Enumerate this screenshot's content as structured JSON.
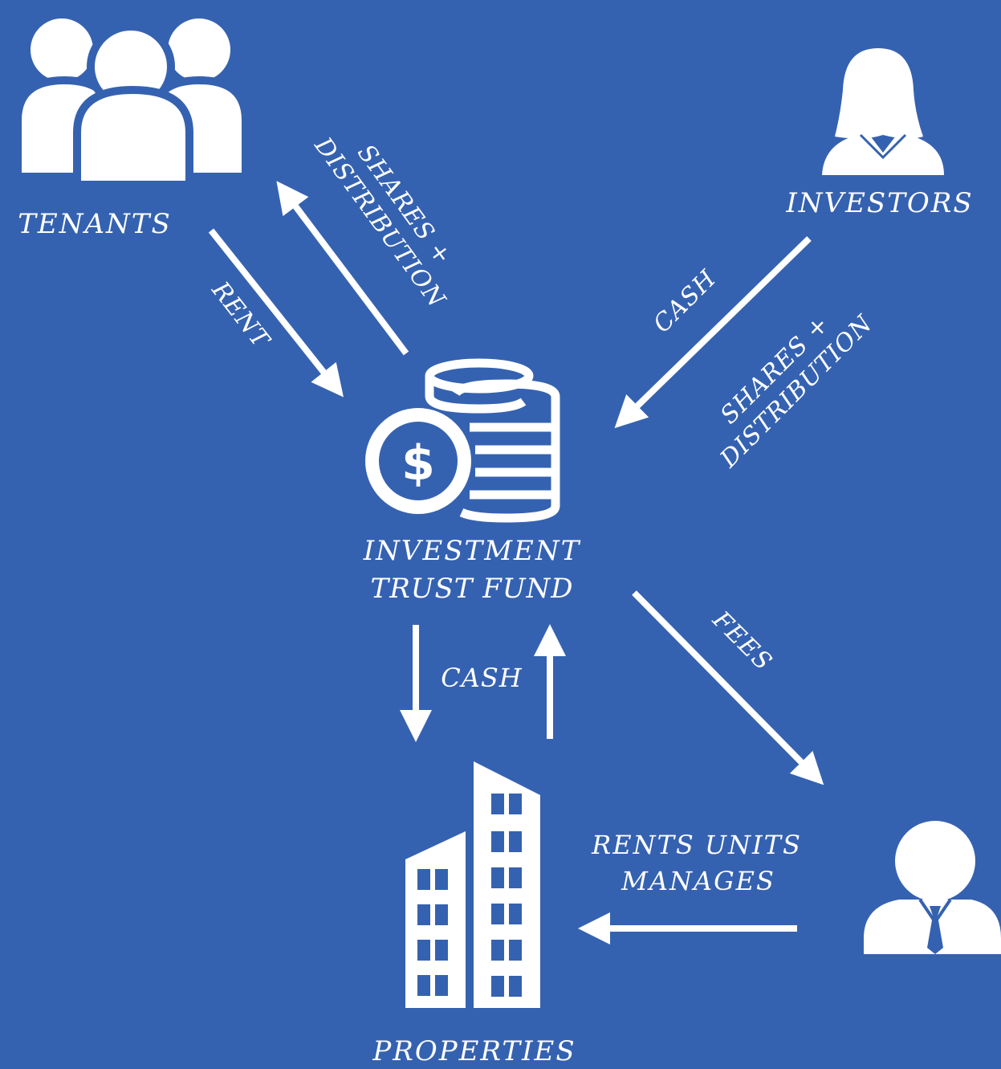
{
  "colors": {
    "background": "#3562b0",
    "foreground": "#ffffff"
  },
  "nodes": {
    "tenants": {
      "label": "TENANTS",
      "icon": "people-group-icon"
    },
    "investors": {
      "label": "INVESTORS",
      "icon": "female-user-icon"
    },
    "fund": {
      "label_line1": "INVESTMENT",
      "label_line2": "TRUST FUND",
      "icon": "coins-dollar-icon"
    },
    "properties": {
      "label": "PROPERTIES",
      "icon": "office-building-icon"
    },
    "manager": {
      "icon": "businessman-icon"
    }
  },
  "edges": {
    "rent": {
      "label": "RENT"
    },
    "tenant_shares": {
      "label_line1": "SHARES +",
      "label_line2": "DISTRIBUTION"
    },
    "investor_cash": {
      "label": "CASH"
    },
    "investor_shares": {
      "label_line1": "SHARES +",
      "label_line2": "DISTRIBUTION"
    },
    "fund_cash": {
      "label": "CASH"
    },
    "fees": {
      "label": "FEES"
    },
    "manager_rents": {
      "label_line1": "RENTS UNITS",
      "label_line2": "MANAGES"
    }
  }
}
